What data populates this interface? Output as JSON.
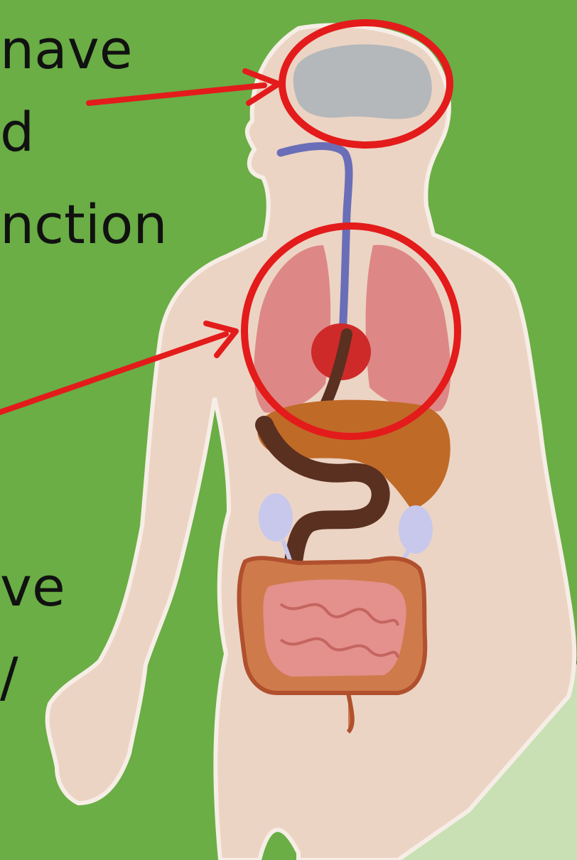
{
  "text_fragments": [
    "nave",
    "d",
    "nction",
    "ve",
    "/"
  ],
  "colors": {
    "background_green": "#6aae45",
    "corner_pale_green": "#c8e0b4",
    "skin": "#ecd4c4",
    "highlight_red": "#e31b1b",
    "brain_gray": "#b4b8bb",
    "lungs": "#dc8080",
    "heart": "#cf2a2a",
    "liver": "#c06a28",
    "esophagus": "#6a6eb8",
    "stomach": "#5a3020",
    "kidneys": "#c8c8ec",
    "large_intestine": "#cf7a4a",
    "small_intestine": "#e4908c"
  },
  "highlights": [
    "brain-circle",
    "chest-circle"
  ]
}
